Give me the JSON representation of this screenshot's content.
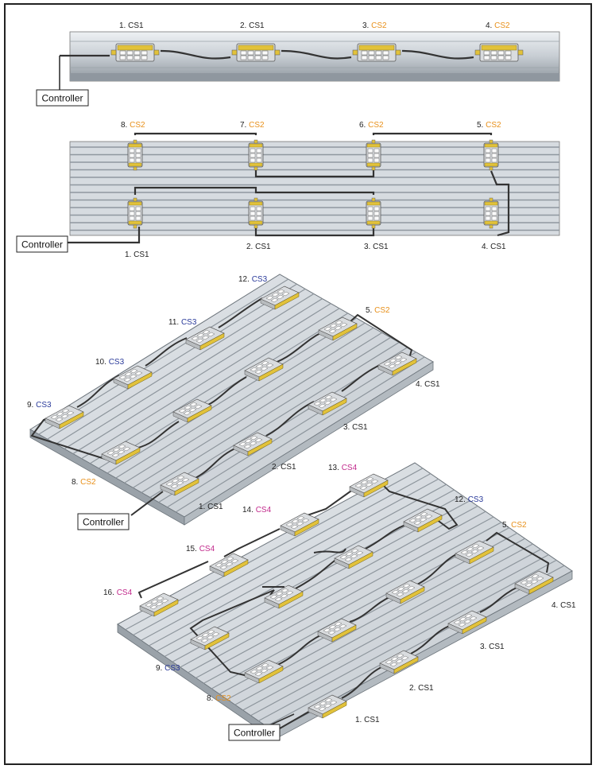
{
  "colors": {
    "cs1": "#222222",
    "cs2": "#e8901a",
    "cs3": "#2a3a9a",
    "cs4": "#c22a8c",
    "rail": "#c9cfd6",
    "rail_dark": "#8f979f",
    "plate": "#d4d9de",
    "module_body": "#d8dbdd",
    "module_yellow": "#e2c23a",
    "cable": "#3a3a3a",
    "controller_box": "#ffffff"
  },
  "icons": [
    "io-module-icon",
    "controller-box",
    "cable-line"
  ],
  "controller_label": "Controller",
  "diagram1": {
    "labels": [
      {
        "num": "1.",
        "cs": "CS1",
        "group": "cs1"
      },
      {
        "num": "2.",
        "cs": "CS1",
        "group": "cs1"
      },
      {
        "num": "3.",
        "cs": "CS2",
        "group": "cs2"
      },
      {
        "num": "4.",
        "cs": "CS2",
        "group": "cs2"
      }
    ]
  },
  "diagram2": {
    "top_labels": [
      {
        "num": "8.",
        "cs": "CS2",
        "group": "cs2"
      },
      {
        "num": "7.",
        "cs": "CS2",
        "group": "cs2"
      },
      {
        "num": "6.",
        "cs": "CS2",
        "group": "cs2"
      },
      {
        "num": "5.",
        "cs": "CS2",
        "group": "cs2"
      }
    ],
    "bottom_labels": [
      {
        "num": "1.",
        "cs": "CS1",
        "group": "cs1"
      },
      {
        "num": "2.",
        "cs": "CS1",
        "group": "cs1"
      },
      {
        "num": "3.",
        "cs": "CS1",
        "group": "cs1"
      },
      {
        "num": "4.",
        "cs": "CS1",
        "group": "cs1"
      }
    ]
  },
  "diagram3": {
    "labels": [
      {
        "num": "12.",
        "cs": "CS3",
        "group": "cs3"
      },
      {
        "num": "11.",
        "cs": "CS3",
        "group": "cs3"
      },
      {
        "num": "10.",
        "cs": "CS3",
        "group": "cs3"
      },
      {
        "num": "9.",
        "cs": "CS3",
        "group": "cs3"
      },
      {
        "num": "8.",
        "cs": "CS2",
        "group": "cs2"
      },
      {
        "num": "5.",
        "cs": "CS2",
        "group": "cs2"
      },
      {
        "num": "4.",
        "cs": "CS1",
        "group": "cs1"
      },
      {
        "num": "3.",
        "cs": "CS1",
        "group": "cs1"
      },
      {
        "num": "2.",
        "cs": "CS1",
        "group": "cs1"
      },
      {
        "num": "1.",
        "cs": "CS1",
        "group": "cs1"
      }
    ]
  },
  "diagram4": {
    "labels": [
      {
        "num": "13.",
        "cs": "CS4",
        "group": "cs4"
      },
      {
        "num": "12.",
        "cs": "CS3",
        "group": "cs3"
      },
      {
        "num": "14.",
        "cs": "CS4",
        "group": "cs4"
      },
      {
        "num": "5.",
        "cs": "CS2",
        "group": "cs2"
      },
      {
        "num": "15.",
        "cs": "CS4",
        "group": "cs4"
      },
      {
        "num": "16.",
        "cs": "CS4",
        "group": "cs4"
      },
      {
        "num": "4.",
        "cs": "CS1",
        "group": "cs1"
      },
      {
        "num": "3.",
        "cs": "CS1",
        "group": "cs1"
      },
      {
        "num": "9.",
        "cs": "CS3",
        "group": "cs3"
      },
      {
        "num": "2.",
        "cs": "CS1",
        "group": "cs1"
      },
      {
        "num": "8.",
        "cs": "CS2",
        "group": "cs2"
      },
      {
        "num": "1.",
        "cs": "CS1",
        "group": "cs1"
      }
    ]
  }
}
